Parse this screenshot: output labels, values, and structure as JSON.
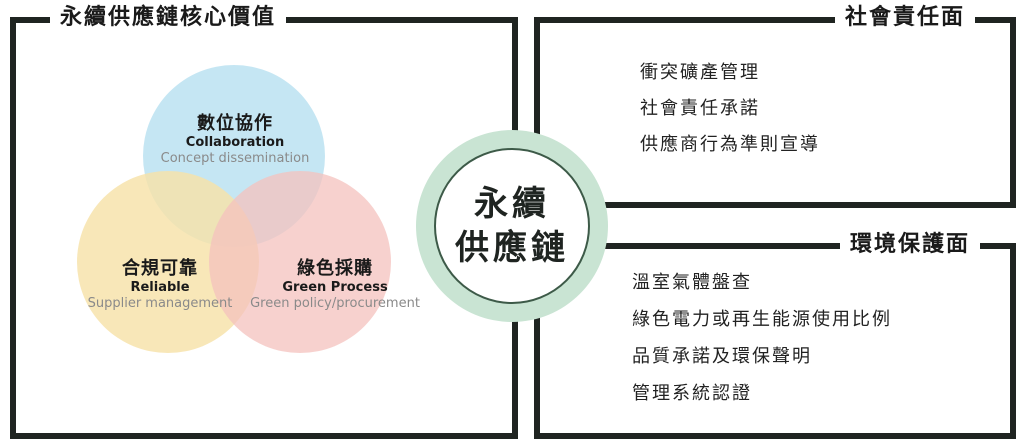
{
  "left_panel": {
    "title": "永續供應鏈核心價值",
    "circles": [
      {
        "zh": "數位協作",
        "en": "Collaboration",
        "sub": "Concept dissemination",
        "color": "#bfe3f2"
      },
      {
        "zh": "合規可靠",
        "en": "Reliable",
        "sub": "Supplier management",
        "color": "#f6e2a8"
      },
      {
        "zh": "綠色採購",
        "en": "Green Process",
        "sub": "Green policy/procurement",
        "color": "#f4c1bd"
      }
    ]
  },
  "center": {
    "line1": "永續",
    "line2": "供應鏈",
    "ring_color": "#c9e4d3"
  },
  "social_panel": {
    "title": "社會責任面",
    "items": [
      "衝突礦產管理",
      "社會責任承諾",
      "供應商行為準則宣導"
    ]
  },
  "environment_panel": {
    "title": "環境保護面",
    "items": [
      "溫室氣體盤查",
      "綠色電力或再生能源使用比例",
      "品質承諾及環保聲明",
      "管理系統認證"
    ]
  },
  "colors": {
    "frame": "#1f2421",
    "center_border": "#3d5a48"
  }
}
